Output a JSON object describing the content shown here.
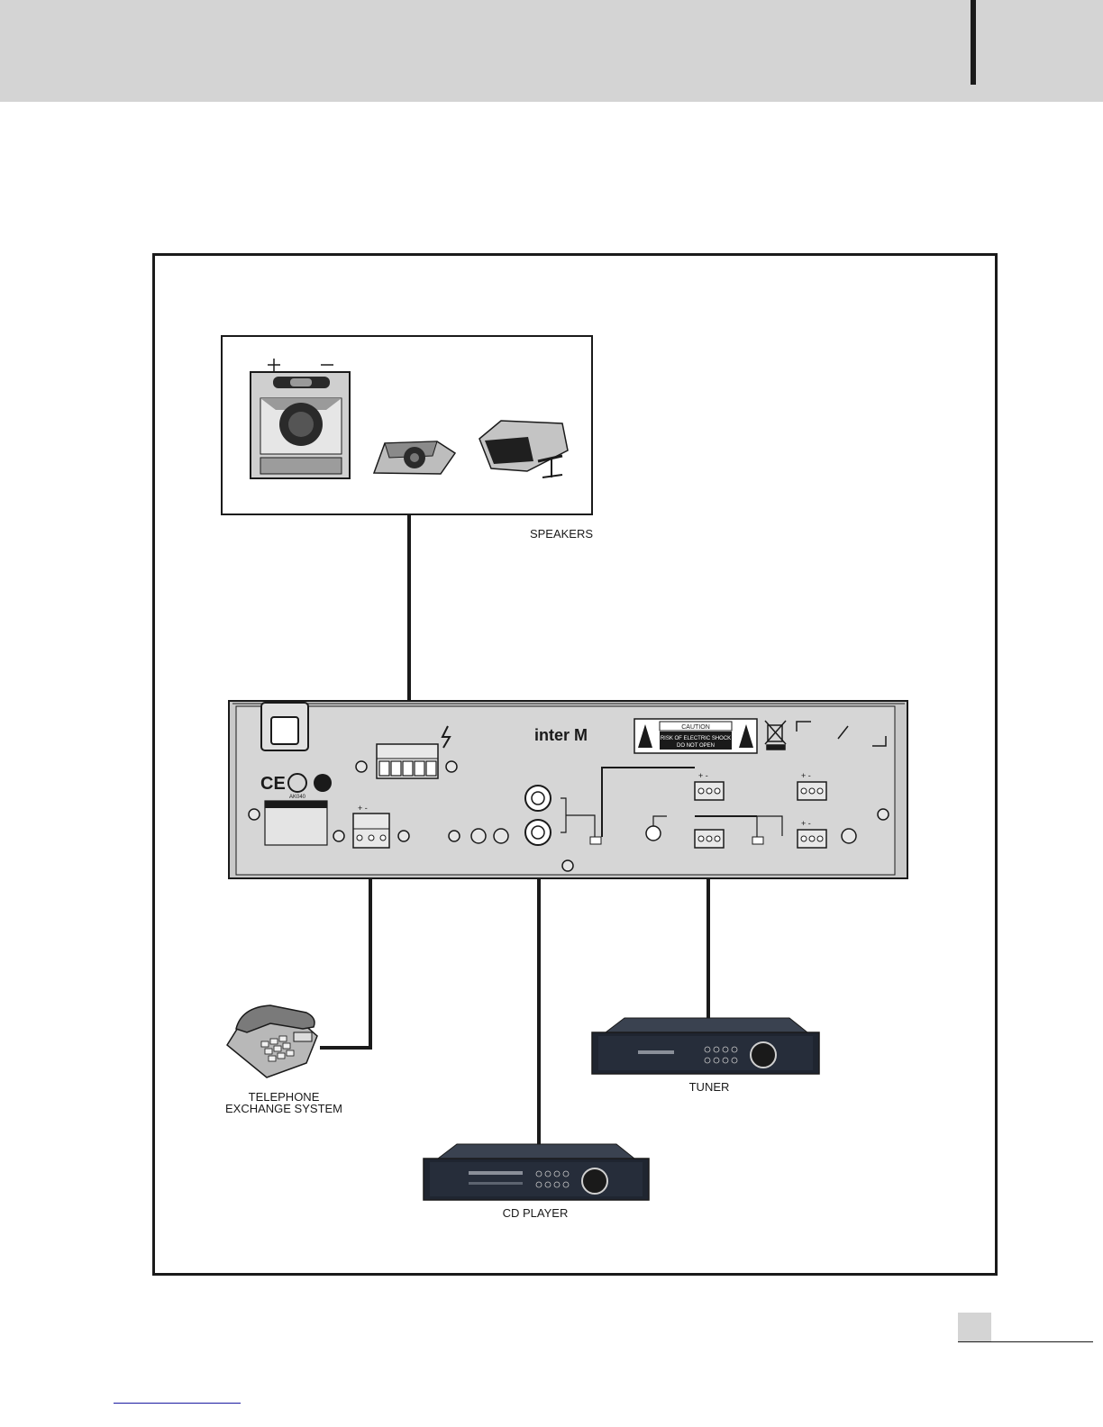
{
  "labels": {
    "speakers": "SPEAKERS",
    "telephone": "TELEPHONE\nEXCHANGE SYSTEM",
    "tuner": "TUNER",
    "cd_player": "CD PLAYER"
  },
  "amp": {
    "brand": "inter M",
    "caution_title": "CAUTION",
    "caution_line1": "RISK OF ELECTRIC SHOCK",
    "caution_line2": "DO NOT OPEN",
    "model_mark": "AK040"
  },
  "colors": {
    "header_gray": "#d4d4d4",
    "line": "#1a1a1a",
    "panel_gray": "#c9c9c9",
    "device_dark": "#1f2530"
  }
}
